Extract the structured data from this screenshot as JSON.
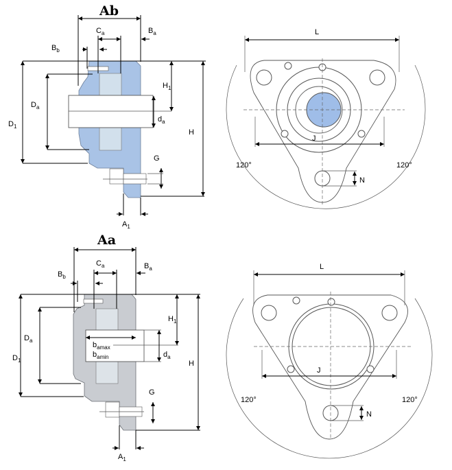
{
  "colors": {
    "housing_blue": "#a9c3e6",
    "housing_gray": "#c9ccd1",
    "insert": "#d2e0ec",
    "bore": "#9fbde8"
  },
  "views": {
    "ab": {
      "title": "Ab",
      "Ca": {
        "m": "C",
        "s": "a"
      },
      "Ba": {
        "m": "B",
        "s": "a"
      },
      "Bb": {
        "m": "B",
        "s": "b"
      },
      "H1": {
        "m": "H",
        "s": "1"
      },
      "Da": {
        "m": "D",
        "s": "a"
      },
      "D1": {
        "m": "D",
        "s": "1"
      },
      "da": {
        "m": "d",
        "s": "a"
      },
      "H": "H",
      "G": "G",
      "A1": {
        "m": "A",
        "s": "1"
      }
    },
    "aa": {
      "title": "Aa",
      "Ca": {
        "m": "C",
        "s": "a"
      },
      "Ba": {
        "m": "B",
        "s": "a"
      },
      "Bb": {
        "m": "B",
        "s": "b"
      },
      "H1": {
        "m": "H",
        "s": "1"
      },
      "Da": {
        "m": "D",
        "s": "a"
      },
      "D1": {
        "m": "D",
        "s": "1"
      },
      "da": {
        "m": "d",
        "s": "a"
      },
      "H": "H",
      "G": "G",
      "A1": {
        "m": "A",
        "s": "1"
      },
      "bamax": {
        "m": "b",
        "s": "amax"
      },
      "bamin": {
        "m": "b",
        "s": "amin"
      }
    },
    "front_top": {
      "L": "L",
      "J": "J",
      "N": "N",
      "angle_left": "120°",
      "angle_right": "120°"
    },
    "front_bottom": {
      "L": "L",
      "J": "J",
      "N": "N",
      "angle_left": "120°",
      "angle_right": "120°"
    }
  }
}
